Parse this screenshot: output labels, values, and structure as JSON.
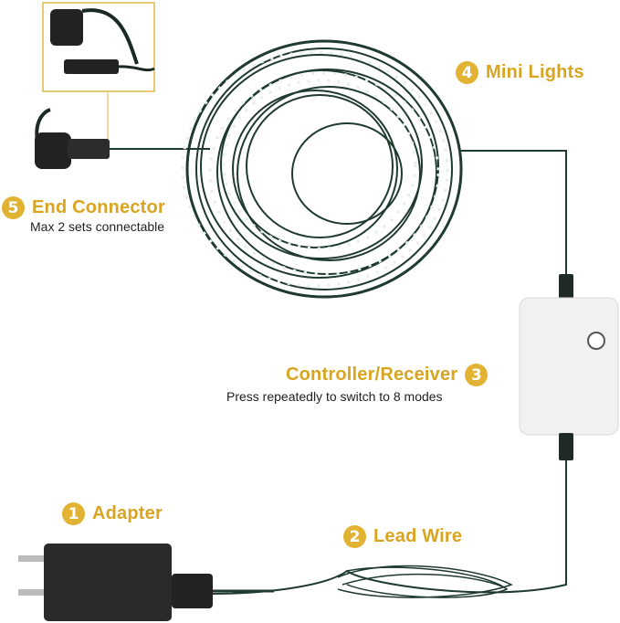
{
  "labels": {
    "mini_lights": {
      "number": "4",
      "title": "Mini Lights"
    },
    "end_connector": {
      "number": "5",
      "title": "End Connector",
      "subtitle": "Max 2 sets connectable"
    },
    "controller": {
      "number": "3",
      "title": "Controller/Receiver",
      "subtitle": "Press repeatedly to switch to 8 modes"
    },
    "adapter": {
      "number": "1",
      "title": "Adapter"
    },
    "lead_wire": {
      "number": "2",
      "title": "Lead Wire"
    }
  },
  "colors": {
    "accent": "#e2b333",
    "wire": "#1f3a2e",
    "controller_body": "#f1f1f1"
  }
}
